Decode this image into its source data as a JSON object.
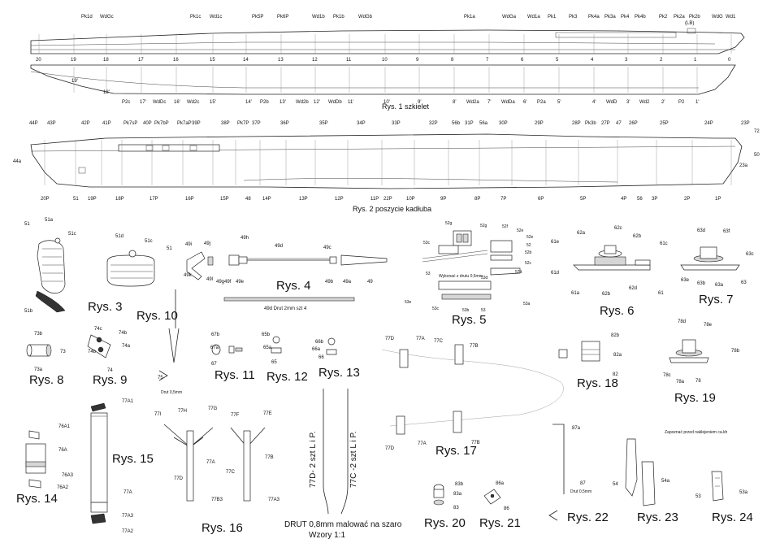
{
  "figure1": {
    "caption": "Rys. 1 szkielet",
    "top_labels": [
      "Pk1d",
      "WdGc",
      "Pk1c",
      "Wd1c",
      "Pk5P",
      "Pk6P",
      "Wd1b",
      "Pk1b",
      "WdGb",
      "Pk1a",
      "WdGa",
      "Wd1a",
      "Pk1",
      "Pk3",
      "Pk4a",
      "Pk3a",
      "Pk4",
      "Pk4b",
      "Pk2",
      "Pk2a",
      "Pk2b",
      "(LB)",
      "WdG",
      "Wd1"
    ],
    "frame_numbers": [
      "20",
      "19",
      "18",
      "17",
      "16",
      "15",
      "14",
      "13",
      "12",
      "11",
      "10",
      "9",
      "8",
      "7",
      "6",
      "5",
      "4",
      "3",
      "2",
      "1",
      "0"
    ],
    "lower_labels": [
      "19'",
      "18'",
      "P2c",
      "17'",
      "WdDc",
      "16'",
      "Wd2c",
      "15'",
      "14'",
      "P2b",
      "13'",
      "Wd2b",
      "12'",
      "WdDb",
      "11'",
      "10'",
      "9'",
      "8'",
      "Wd2a",
      "7'",
      "WdDa",
      "6'",
      "P2a",
      "5'",
      "4'",
      "WdD",
      "3'",
      "Wd2",
      "2'",
      "P2",
      "1'"
    ]
  },
  "figure2": {
    "caption": "Rys. 2 poszycie kadłuba",
    "top_labels": [
      "44P",
      "43P",
      "42P",
      "41P",
      "Pk7sP",
      "40P",
      "Pk7bP",
      "Pk7aP",
      "39P",
      "38P",
      "Pk7P",
      "37P",
      "36P",
      "35P",
      "34P",
      "33P",
      "32P",
      "56b",
      "31P",
      "56a",
      "30P",
      "29P",
      "28P",
      "Pk3b",
      "27P",
      "47",
      "26P",
      "25P",
      "24P",
      "23P",
      "72"
    ],
    "side_labels": [
      "44a",
      "50",
      "23a"
    ],
    "bottom_labels": [
      "20P",
      "51",
      "19P",
      "18P",
      "17P",
      "16P",
      "15P",
      "48",
      "14P",
      "13P",
      "12P",
      "11P",
      "22P",
      "10P",
      "9P",
      "8P",
      "7P",
      "6P",
      "5P",
      "4P",
      "56",
      "3P",
      "2P",
      "1P"
    ]
  },
  "rys3": {
    "caption": "Rys. 3",
    "labels": [
      "51d",
      "51c",
      "51"
    ]
  },
  "rys3a": {
    "labels": [
      "51",
      "51a",
      "51c",
      "51b"
    ]
  },
  "rys4": {
    "caption": "Rys. 4",
    "labels": [
      "49i",
      "49j",
      "49h",
      "49d",
      "49c",
      "49k",
      "49l",
      "49g",
      "49f",
      "49e",
      "49b",
      "49a",
      "49"
    ],
    "note": "49d  Drut 2mm szt 4"
  },
  "rys5": {
    "caption": "Rys. 5",
    "labels": [
      "52g",
      "52g",
      "52f",
      "52e",
      "52e",
      "52",
      "52b",
      "52c",
      "52d",
      "53c",
      "53",
      "53d",
      "53e",
      "53c",
      "53b",
      "53",
      "53a"
    ],
    "note": "Wykonać z drutu 0,5mm"
  },
  "rys6": {
    "caption": "Rys. 6",
    "labels": [
      "61e",
      "62a",
      "62c",
      "62b",
      "61c",
      "61d",
      "61a",
      "62b",
      "62d",
      "61"
    ]
  },
  "rys7": {
    "caption": "Rys. 7",
    "labels": [
      "63d",
      "63f",
      "63c",
      "63e",
      "63b",
      "63a",
      "63"
    ]
  },
  "rys8": {
    "caption": "Rys. 8",
    "labels": [
      "73b",
      "73",
      "73a"
    ]
  },
  "rys9": {
    "caption": "Rys. 9",
    "labels": [
      "74c",
      "74b",
      "74a",
      "74b",
      "74"
    ]
  },
  "rys10": {
    "caption": "Rys. 10",
    "labels": [
      "75"
    ],
    "note": "Drut 0,5mm"
  },
  "rys11": {
    "caption": "Rys. 11",
    "labels": [
      "67b",
      "67a",
      "67"
    ]
  },
  "rys12": {
    "caption": "Rys. 12",
    "labels": [
      "65b",
      "65a",
      "65"
    ]
  },
  "rys13": {
    "caption": "Rys. 13",
    "labels": [
      "66b",
      "66a",
      "66"
    ]
  },
  "rys14": {
    "caption": "Rys. 14",
    "labels": [
      "76A1",
      "76A",
      "76A3",
      "76A2"
    ]
  },
  "rys15": {
    "caption": "Rys. 15",
    "labels": [
      "77A1",
      "77A",
      "77A3",
      "77A2"
    ]
  },
  "rys16": {
    "caption": "Rys. 16",
    "labels": [
      "77I",
      "77H",
      "77G",
      "77F",
      "77E",
      "77D",
      "77A",
      "77C",
      "77B",
      "77B3",
      "77A3"
    ]
  },
  "wires": {
    "left": "77D- 2 szt L i P.",
    "right": "77C -2 szt L i P.",
    "note1": "DRUT 0,8mm malować na szaro",
    "note2": "Wzory 1:1"
  },
  "rys17": {
    "caption": "Rys. 17",
    "labels": [
      "77D",
      "77A",
      "77C",
      "77B",
      "77D",
      "77A",
      "77B"
    ]
  },
  "rys18": {
    "caption": "Rys. 18",
    "labels": [
      "82b",
      "82a",
      "82"
    ]
  },
  "rys19": {
    "caption": "Rys. 19",
    "labels": [
      "78d",
      "78e",
      "78b",
      "78c",
      "78a",
      "78"
    ]
  },
  "rys20": {
    "caption": "Rys. 20",
    "labels": [
      "83b",
      "83a",
      "83"
    ]
  },
  "rys21": {
    "caption": "Rys. 21",
    "labels": [
      "86a",
      "86"
    ]
  },
  "rys22": {
    "caption": "Rys. 22",
    "labels": [
      "87a",
      "87"
    ],
    "note": "Drut 0,5mm"
  },
  "rys23": {
    "caption": "Rys. 23",
    "labels": [
      "54",
      "54a"
    ],
    "note": "Zapoznać przed naklejeniem ca.kh"
  },
  "rys24": {
    "caption": "Rys. 24",
    "labels": [
      "53",
      "53a"
    ]
  }
}
